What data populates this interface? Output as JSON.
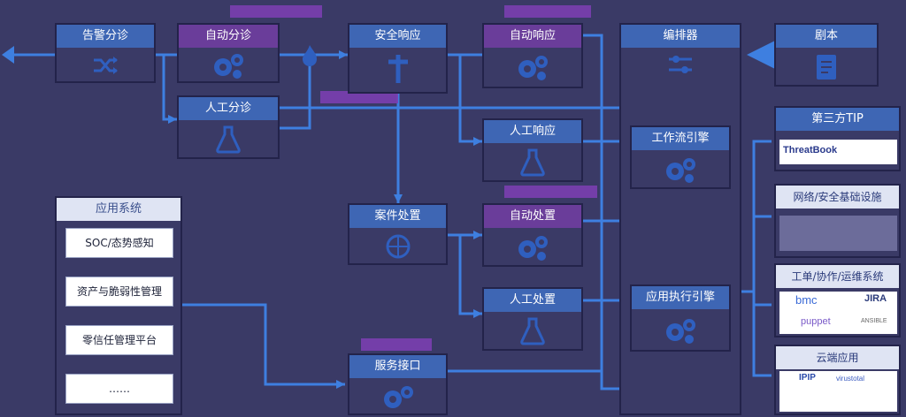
{
  "nodes": {
    "alert_triage": "告警分诊",
    "auto_triage": "自动分诊",
    "manual_triage": "人工分诊",
    "security_response": "安全响应",
    "auto_response": "自动响应",
    "manual_response": "人工响应",
    "case_handling": "案件处置",
    "auto_handling": "自动处置",
    "manual_handling": "人工处置",
    "service_interface": "服务接口",
    "orchestrator": "编排器",
    "workflow_engine": "工作流引擎",
    "app_exec_engine": "应用执行引擎",
    "playbook": "剧本"
  },
  "app_system": {
    "title": "应用系统",
    "items": [
      "SOC/态势感知",
      "资产与脆弱性管理",
      "零信任管理平台",
      "……"
    ]
  },
  "third_party": {
    "tip": {
      "title": "第三方TIP",
      "logos": [
        "ThreatBook"
      ]
    },
    "infra": {
      "title": "网络/安全基础设施"
    },
    "ticket": {
      "title": "工单/协作/运维系统",
      "logos": [
        "bmc",
        "JIRA",
        "puppet",
        "ANSIBLE"
      ]
    },
    "cloud": {
      "title": "云端应用",
      "logos": [
        "IPIP",
        "virustotal"
      ]
    }
  },
  "colors": {
    "background": "#3a3a66",
    "header_blue": "#3e66b4",
    "header_purple": "#6a3d9a",
    "line_blue": "#3e7fe0",
    "tag_purple": "#7b3fb0"
  },
  "icons": [
    "shuffle-icon",
    "gears-icon",
    "flask-icon",
    "fire-icon",
    "cross-icon",
    "globe-icon",
    "sliders-icon",
    "document-icon",
    "arrow-left-icon"
  ]
}
